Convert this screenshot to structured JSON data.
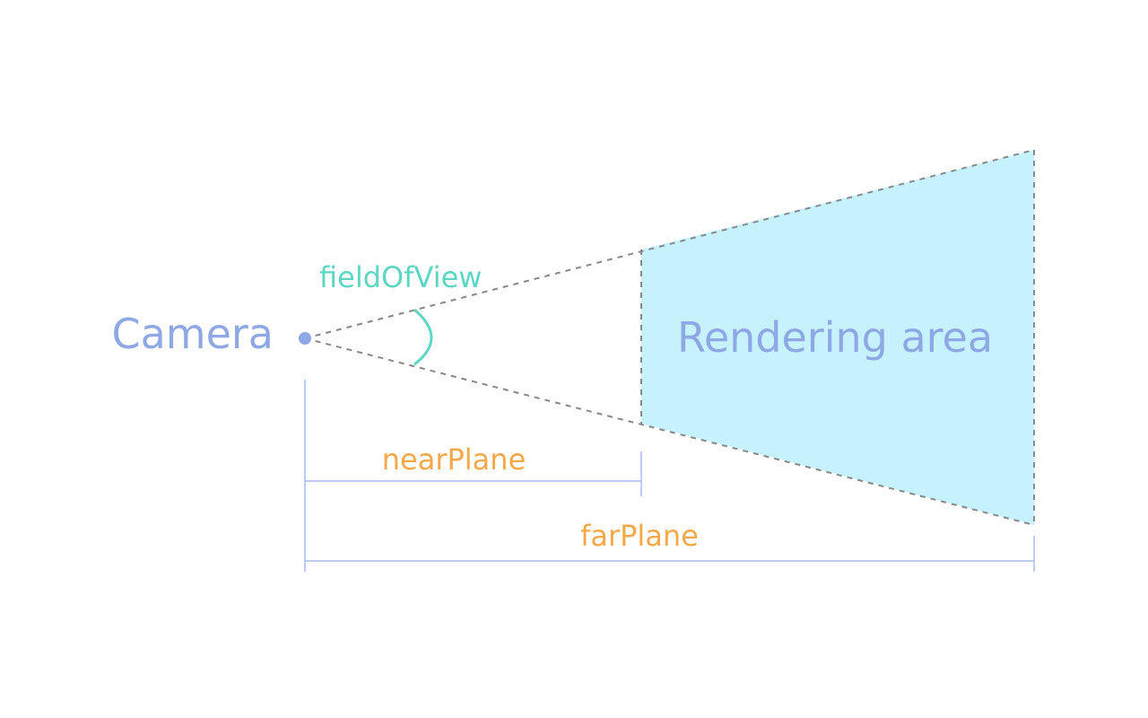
{
  "labels": {
    "camera": "Camera",
    "field_of_view": "fieldOfView",
    "rendering_area": "Rendering area",
    "near_plane": "nearPlane",
    "far_plane": "farPlane"
  },
  "colors": {
    "camera": "#8ea8e6",
    "field_of_view": "#5dd6c4",
    "rendering_area_fill": "#c5f2fc",
    "rendering_area_text": "#8ea8e6",
    "plane_text": "#f5a84a",
    "frustum_edge": "#888888",
    "dimension_line": "#a9bcec"
  }
}
